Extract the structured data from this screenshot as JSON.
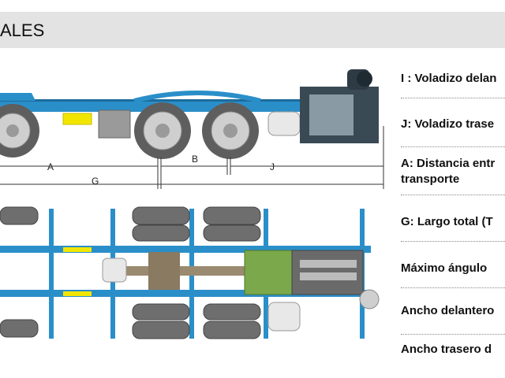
{
  "header": {
    "title": "ALES",
    "band_color": "#e3e3e3"
  },
  "colors": {
    "frame": "#2a8fc9",
    "frame_dark": "#1c6b9c",
    "accent": "#f2e600",
    "tire": "#6e6e6e",
    "engine": "#7aa84a"
  },
  "dimensions": {
    "A": "A",
    "B": "B",
    "G": "G",
    "J": "J"
  },
  "specs": [
    {
      "label": "I : Voladizo delan"
    },
    {
      "label": "J: Voladizo trase"
    },
    {
      "label": "A: Distancia entr",
      "label2": "transporte"
    },
    {
      "label": "G: Largo total (T"
    },
    {
      "label": "Máximo  ángulo"
    },
    {
      "label": "Ancho delantero"
    },
    {
      "label": "Ancho trasero d"
    }
  ]
}
